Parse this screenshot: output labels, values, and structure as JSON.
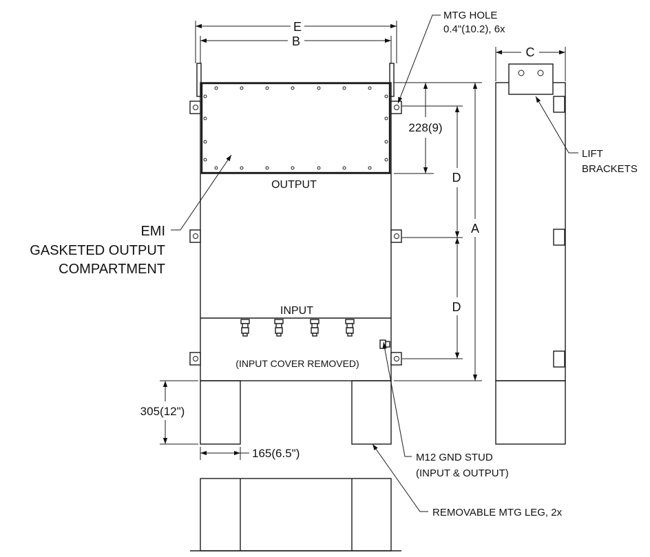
{
  "dims": {
    "E": "E",
    "B": "B",
    "C": "C",
    "D_upper": "D",
    "D_lower": "D",
    "A": "A",
    "top_offset": "228(9)",
    "leg_height": "305(12\")",
    "leg_width": "165(6.5\")"
  },
  "labels": {
    "mtg_hole_1": "MTG HOLE",
    "mtg_hole_2": "0.4\"(10.2), 6x",
    "lift_1": "LIFT",
    "lift_2": "BRACKETS",
    "output": "OUTPUT",
    "input": "INPUT",
    "input_cover": "(INPUT COVER REMOVED)",
    "emi_1": "EMI",
    "emi_2": "GASKETED OUTPUT",
    "emi_3": "COMPARTMENT",
    "gnd_1": "M12 GND STUD",
    "gnd_2": "(INPUT & OUTPUT)",
    "mtg_leg": "REMOVABLE MTG LEG, 2x"
  }
}
